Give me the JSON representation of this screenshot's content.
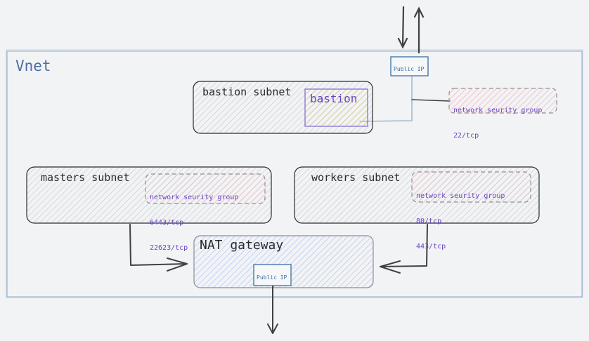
{
  "vnet": {
    "label": "Vnet"
  },
  "subnets": {
    "bastion": {
      "label": "bastion subnet"
    },
    "masters": {
      "label": "masters subnet"
    },
    "workers": {
      "label": "workers subnet"
    }
  },
  "bastion_host": {
    "label": "bastion"
  },
  "nat_gateway": {
    "label": "NAT gateway"
  },
  "public_ips": {
    "top": {
      "label": "Public IP"
    },
    "nat": {
      "label": "Public IP"
    }
  },
  "nsgs": {
    "bastion": {
      "title": "network seurity group",
      "ports": [
        "22/tcp"
      ]
    },
    "masters": {
      "title": "network seurity group",
      "ports": [
        "6443/tcp",
        "22623/tcp"
      ]
    },
    "workers": {
      "title": "network seurity group",
      "ports": [
        "80/tcp",
        "443/tcp"
      ]
    }
  },
  "colors": {
    "background": "#f1f3f5",
    "vnet_border": "#9fb6cf",
    "vnet_label": "#4a6fa5",
    "subnet_border": "#2c2c2c",
    "subnet_hatch": "#c4c8cc",
    "bastion_fill": "#e8dcb0",
    "bastion_border": "#8b6fd6",
    "nsg_fill": "#f3c9cf",
    "nsg_border": "#9a8f8f",
    "nat_fill": "#c9d4f1",
    "public_ip_border": "#3b6ea5",
    "text_purple": "#6b46c1",
    "arrow": "#404040"
  }
}
